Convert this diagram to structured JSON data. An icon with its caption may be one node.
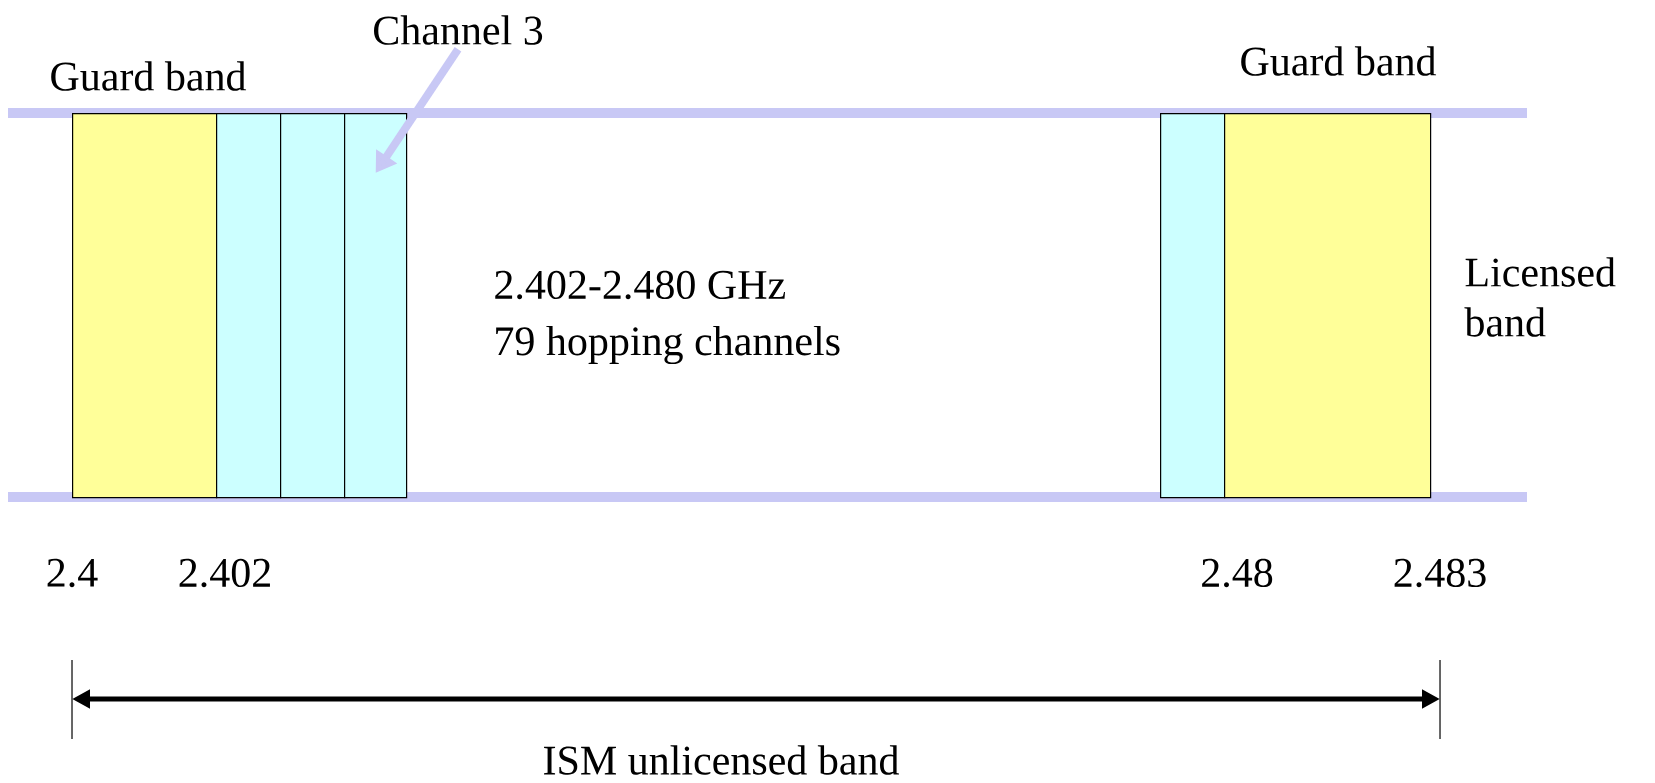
{
  "diagram": {
    "nodes": [
      {
        "text": [
          "Guard band"
        ]
      },
      {
        "text": [],
        "shape": "box"
      },
      {
        "text": [],
        "shape": "box"
      },
      {
        "text": [],
        "shape": "box"
      },
      {
        "text": [
          "Channel 3"
        ]
      },
      {
        "text": [],
        "shape": "box"
      },
      {
        "text": [
          "Guard band"
        ]
      }
    ],
    "edges": [
      {
        "from": 4,
        "to": 3,
        "arrow": "to"
      }
    ],
    "labels": [
      "2.402-2.480 GHz",
      "79 hopping channels",
      "Licensed band",
      "2.4",
      "2.402",
      "2.48",
      "2.483",
      "ISM unlicensed band"
    ]
  }
}
